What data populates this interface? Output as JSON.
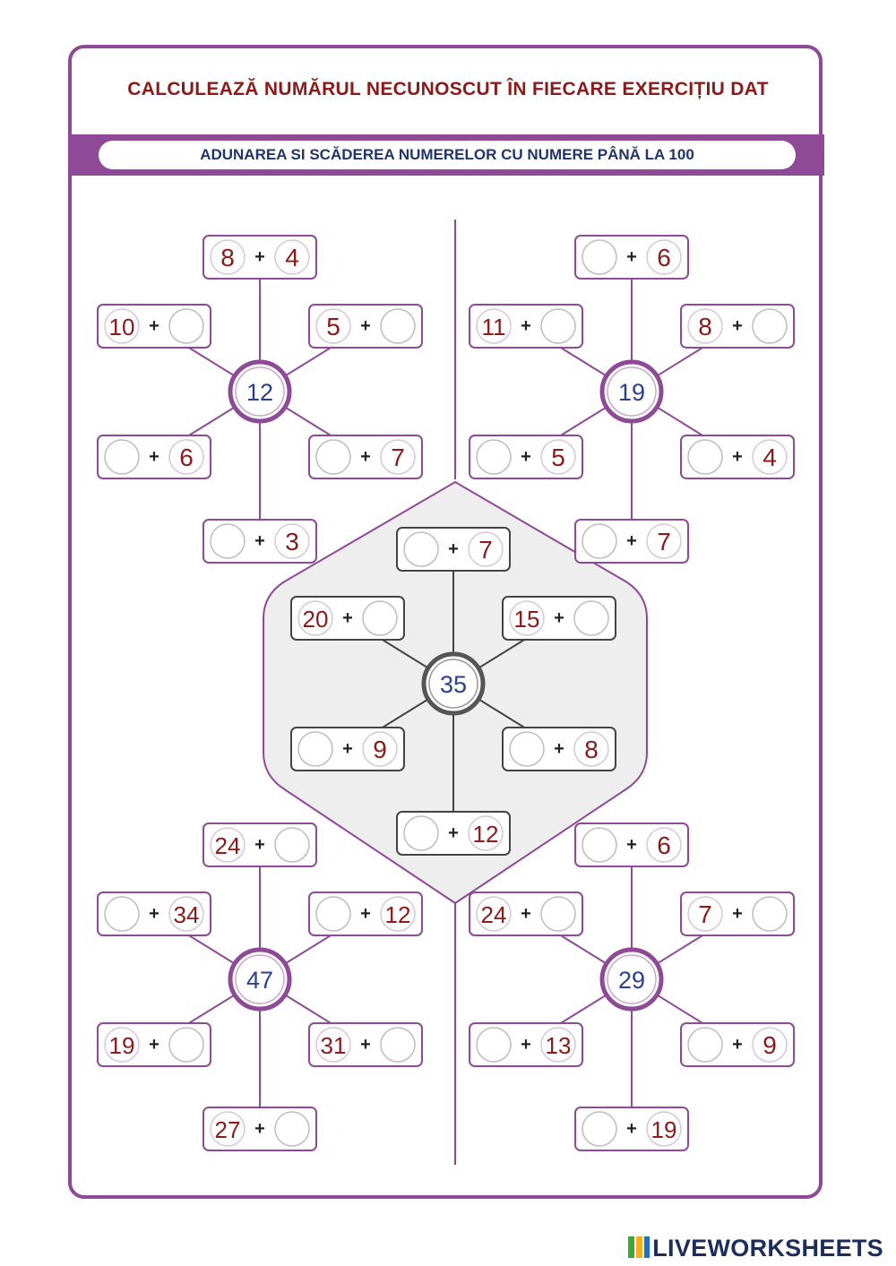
{
  "title": "CALCULEAZĂ NUMĂRUL NECUNOSCUT ÎN FIECARE EXERCIȚIU DAT",
  "subtitle": "ADUNAREA SI SCĂDEREA NUMERELOR CU NUMERE PÂNĂ LA 100",
  "operator": "+",
  "watermark": "LIVEWORKSHEETS",
  "colors": {
    "frame": "#8e4a96",
    "given": "#8b1a1a",
    "center": "#2b3f8f",
    "hub_gray": "#555555",
    "title": "#8b1a1a",
    "subtitle": "#22346b"
  },
  "flowers": [
    {
      "id": "top-left",
      "center": "12",
      "exercises": [
        {
          "a": "8",
          "b": "4"
        },
        {
          "a": "5",
          "b": ""
        },
        {
          "a": "",
          "b": "7"
        },
        {
          "a": "",
          "b": "3"
        },
        {
          "a": "",
          "b": "6"
        },
        {
          "a": "10",
          "b": ""
        }
      ]
    },
    {
      "id": "top-right",
      "center": "19",
      "exercises": [
        {
          "a": "",
          "b": "6"
        },
        {
          "a": "8",
          "b": ""
        },
        {
          "a": "",
          "b": "4"
        },
        {
          "a": "",
          "b": "7"
        },
        {
          "a": "",
          "b": "5"
        },
        {
          "a": "11",
          "b": ""
        }
      ]
    },
    {
      "id": "middle",
      "center": "35",
      "exercises": [
        {
          "a": "",
          "b": "7"
        },
        {
          "a": "15",
          "b": ""
        },
        {
          "a": "",
          "b": "8"
        },
        {
          "a": "",
          "b": "12"
        },
        {
          "a": "",
          "b": "9"
        },
        {
          "a": "20",
          "b": ""
        }
      ]
    },
    {
      "id": "bottom-left",
      "center": "47",
      "exercises": [
        {
          "a": "24",
          "b": ""
        },
        {
          "a": "",
          "b": "12"
        },
        {
          "a": "31",
          "b": ""
        },
        {
          "a": "27",
          "b": ""
        },
        {
          "a": "19",
          "b": ""
        },
        {
          "a": "",
          "b": "34"
        }
      ]
    },
    {
      "id": "bottom-right",
      "center": "29",
      "exercises": [
        {
          "a": "",
          "b": "6"
        },
        {
          "a": "7",
          "b": ""
        },
        {
          "a": "",
          "b": "9"
        },
        {
          "a": "",
          "b": "19"
        },
        {
          "a": "",
          "b": "13"
        },
        {
          "a": "24",
          "b": ""
        }
      ]
    }
  ]
}
